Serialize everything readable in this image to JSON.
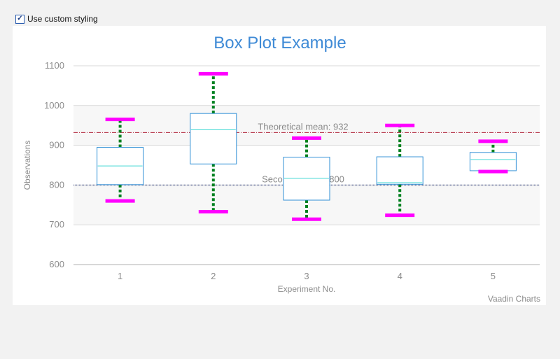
{
  "option": {
    "label": "Use custom styling",
    "checked": true
  },
  "chart_data": {
    "type": "boxplot",
    "title": "Box Plot Example",
    "xlabel": "Experiment No.",
    "ylabel": "Observations",
    "categories": [
      "1",
      "2",
      "3",
      "4",
      "5"
    ],
    "y_ticks": [
      600,
      700,
      800,
      900,
      1000,
      1100
    ],
    "ylim": [
      600,
      1100
    ],
    "grid": true,
    "series": [
      {
        "boxes": [
          {
            "low": 760,
            "q1": 801,
            "median": 848,
            "q3": 895,
            "high": 965
          },
          {
            "low": 733,
            "q1": 853,
            "median": 939,
            "q3": 980,
            "high": 1080
          },
          {
            "low": 714,
            "q1": 762,
            "median": 817,
            "q3": 870,
            "high": 918
          },
          {
            "low": 724,
            "q1": 802,
            "median": 806,
            "q3": 871,
            "high": 950
          },
          {
            "low": 834,
            "q1": 836,
            "median": 864,
            "q3": 882,
            "high": 910
          }
        ]
      }
    ],
    "plot_lines": [
      {
        "value": 932,
        "label": "Theoretical mean: 932",
        "color": "#b2263b"
      },
      {
        "value": 800,
        "label": "Second plotline: 800",
        "color": "#1a2a6c"
      }
    ],
    "credits": "Vaadin Charts",
    "colors": {
      "title": "#3e8ad6",
      "box_stroke": "#2f8fd6",
      "median": "#3fd7d3",
      "whisker": "#00801f",
      "whisker_cap": "#ff00ff",
      "plot_band": "#f7f7f7",
      "grid": "#d9d9d9",
      "axis_text": "#8c8c8c"
    }
  }
}
